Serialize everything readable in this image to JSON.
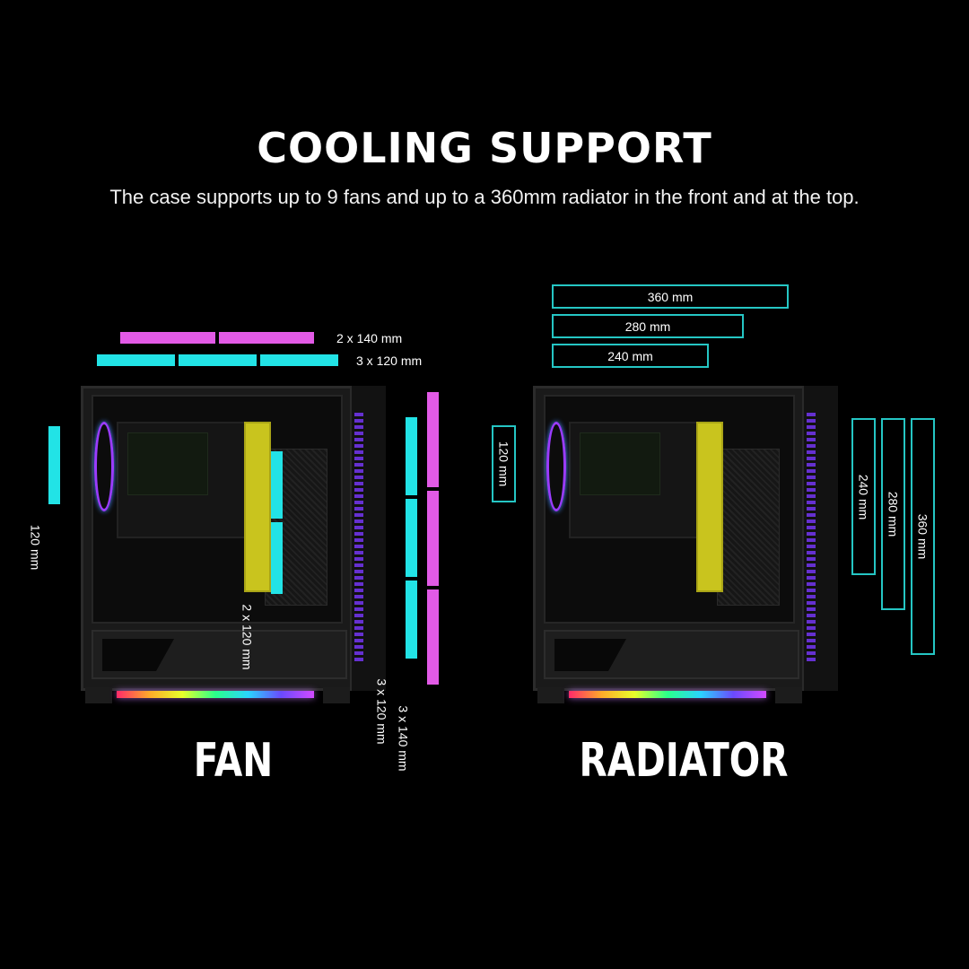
{
  "header": {
    "title": "COOLING SUPPORT",
    "subtitle": "The case supports up to 9 fans and up to a 360mm radiator in the front and at the top."
  },
  "fan": {
    "label": "FAN",
    "top_labels": [
      "2 x 140 mm",
      "3 x 120 mm"
    ],
    "rear_label": "120 mm",
    "inner_label": "2 x 120 mm",
    "front_labels": [
      "3 x 120 mm",
      "3 x 140 mm"
    ]
  },
  "radiator": {
    "label": "RADIATOR",
    "top_labels": [
      "360 mm",
      "280 mm",
      "240 mm"
    ],
    "rear_label": "120 mm",
    "front_labels": [
      "240 mm",
      "280 mm",
      "360 mm"
    ]
  },
  "colors": {
    "cyan": "#22e3e6",
    "pink": "#e25ae6",
    "outline": "#25c6c4",
    "background": "#000000"
  }
}
